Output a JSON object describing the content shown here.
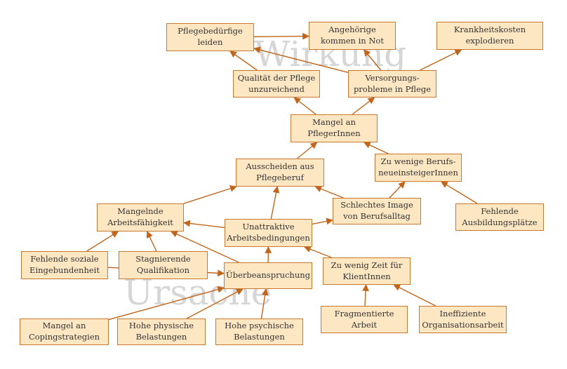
{
  "watermarks": {
    "top": "Wirkung",
    "bottom": "Ursache"
  },
  "colors": {
    "node_fill": "#fde7c3",
    "node_border": "#c8782e",
    "arrow": "#c0651b",
    "watermark": "#d6d6d6"
  },
  "nodes": [
    {
      "id": "pflegebeduerftige",
      "label": "Pflegebedürfige\nleiden"
    },
    {
      "id": "angehoerige",
      "label": "Angehörige\nkommen in Not"
    },
    {
      "id": "krankheitskosten",
      "label": "Krankheitskosten\nexplodieren"
    },
    {
      "id": "qualitaet",
      "label": "Qualität der Pflege\nunzureichend"
    },
    {
      "id": "versorgung",
      "label": "Versorgungs-\nprobleme in Pflege"
    },
    {
      "id": "mangel-pfleger",
      "label": "Mangel an\nPflegerInnen"
    },
    {
      "id": "ausscheiden",
      "label": "Ausscheiden aus\nPflegeberuf"
    },
    {
      "id": "zu-wenige-berufs",
      "label": "Zu wenige Berufs-\nneueinsteigerInnen"
    },
    {
      "id": "mangelnde-arbeit",
      "label": "Mangelnde\nArbeitsfähigkeit"
    },
    {
      "id": "schlechtes-image",
      "label": "Schlechtes Image\nvon Berufsalltag"
    },
    {
      "id": "fehlende-ausbildung",
      "label": "Fehlende\nAusbildungsplätze"
    },
    {
      "id": "unattraktive",
      "label": "Unattraktive\nArbeitsbedingungen"
    },
    {
      "id": "fehlende-soziale",
      "label": "Fehlende soziale\nEingebundenheit"
    },
    {
      "id": "stagnierende",
      "label": "Stagnierende\nQualifikation"
    },
    {
      "id": "ueberbeanspruchung",
      "label": "Überbeanspruchung"
    },
    {
      "id": "zu-wenig-zeit",
      "label": "Zu wenig Zeit für\nKlientInnen"
    },
    {
      "id": "mangel-coping",
      "label": "Mangel an\nCopingstrategien"
    },
    {
      "id": "hohe-physische",
      "label": "Hohe physische\nBelastungen"
    },
    {
      "id": "hohe-psychische",
      "label": "Hohe psychische\nBelastungen"
    },
    {
      "id": "fragmentierte",
      "label": "Fragmentierte\nArbeit"
    },
    {
      "id": "ineffiziente",
      "label": "Ineffiziente\nOrganisationsarbeit"
    }
  ],
  "edges": [
    {
      "from": "pflegebeduerftige",
      "to": "angehoerige"
    },
    {
      "from": "qualitaet",
      "to": "pflegebeduerftige"
    },
    {
      "from": "versorgung",
      "to": "pflegebeduerftige"
    },
    {
      "from": "versorgung",
      "to": "angehoerige"
    },
    {
      "from": "versorgung",
      "to": "krankheitskosten"
    },
    {
      "from": "mangel-pfleger",
      "to": "qualitaet"
    },
    {
      "from": "mangel-pfleger",
      "to": "versorgung"
    },
    {
      "from": "ausscheiden",
      "to": "mangel-pfleger"
    },
    {
      "from": "zu-wenige-berufs",
      "to": "mangel-pfleger"
    },
    {
      "from": "mangelnde-arbeit",
      "to": "ausscheiden"
    },
    {
      "from": "unattraktive",
      "to": "ausscheiden"
    },
    {
      "from": "schlechtes-image",
      "to": "ausscheiden"
    },
    {
      "from": "schlechtes-image",
      "to": "zu-wenige-berufs"
    },
    {
      "from": "fehlende-ausbildung",
      "to": "zu-wenige-berufs"
    },
    {
      "from": "unattraktive",
      "to": "mangelnde-arbeit"
    },
    {
      "from": "unattraktive",
      "to": "schlechtes-image"
    },
    {
      "from": "fehlende-soziale",
      "to": "mangelnde-arbeit"
    },
    {
      "from": "stagnierende",
      "to": "mangelnde-arbeit"
    },
    {
      "from": "ueberbeanspruchung",
      "to": "mangelnde-arbeit"
    },
    {
      "from": "ueberbeanspruchung",
      "to": "unattraktive"
    },
    {
      "from": "fehlende-soziale",
      "to": "ueberbeanspruchung"
    },
    {
      "from": "zu-wenig-zeit",
      "to": "unattraktive"
    },
    {
      "from": "mangel-coping",
      "to": "ueberbeanspruchung"
    },
    {
      "from": "hohe-physische",
      "to": "ueberbeanspruchung"
    },
    {
      "from": "hohe-psychische",
      "to": "ueberbeanspruchung"
    },
    {
      "from": "fragmentierte",
      "to": "zu-wenig-zeit"
    },
    {
      "from": "ineffiziente",
      "to": "zu-wenig-zeit"
    }
  ]
}
